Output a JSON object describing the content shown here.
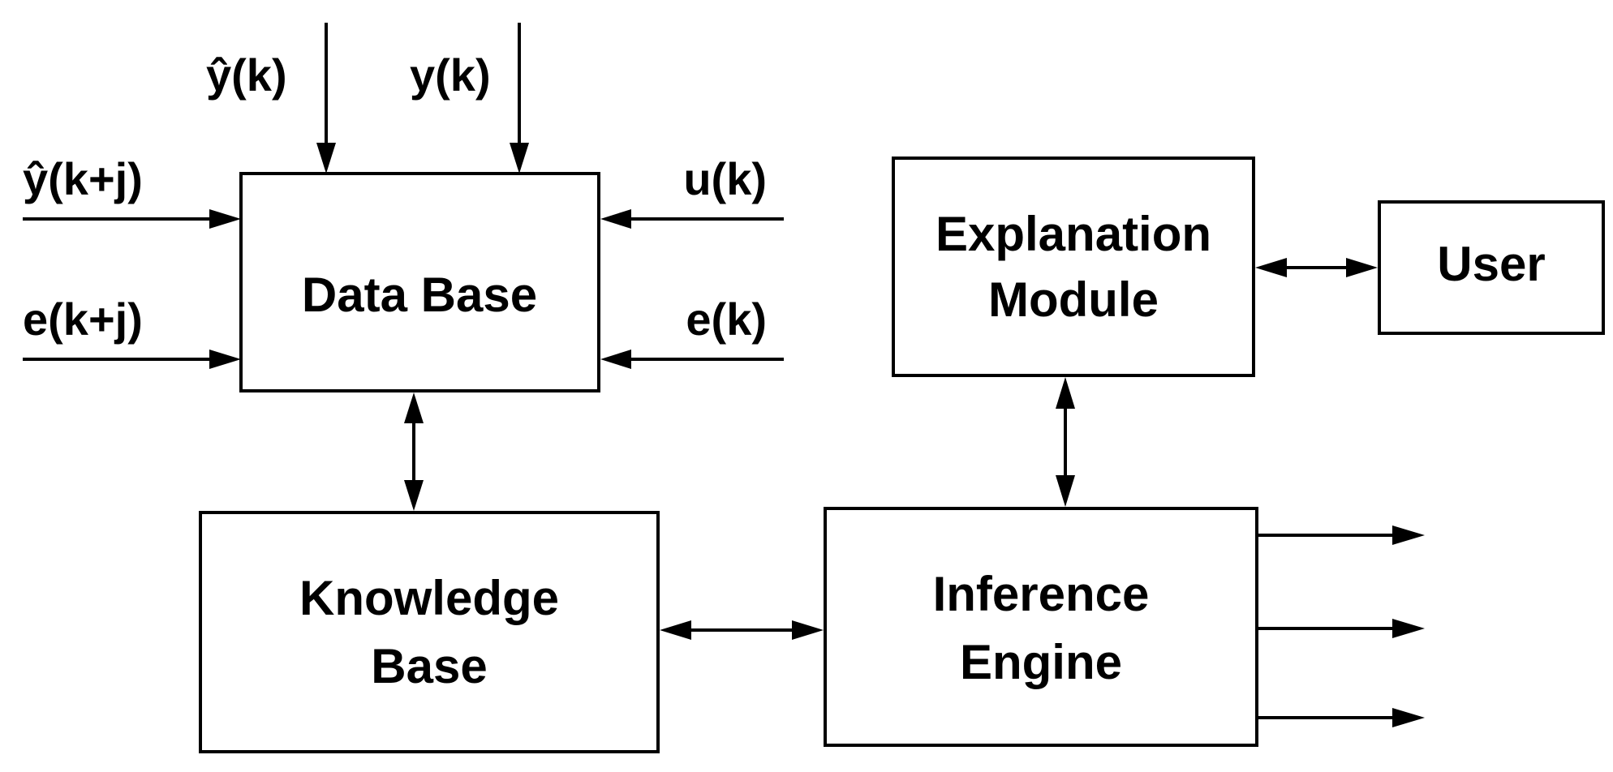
{
  "blocks": {
    "data_base": {
      "label": "Data Base"
    },
    "knowledge_base": {
      "line1": "Knowledge",
      "line2": "Base"
    },
    "inference_engine": {
      "line1": "Inference",
      "line2": "Engine"
    },
    "explanation_module": {
      "line1": "Explanation",
      "line2": "Module"
    },
    "user": {
      "label": "User"
    }
  },
  "signals": {
    "y_hat_k": "ŷ(k)",
    "y_k": "y(k)",
    "y_hat_k_plus_j": "ŷ(k+j)",
    "e_k_plus_j": "e(k+j)",
    "u_k": "u(k)",
    "e_k": "e(k)"
  },
  "colors": {
    "stroke": "#000000",
    "background": "#ffffff"
  }
}
